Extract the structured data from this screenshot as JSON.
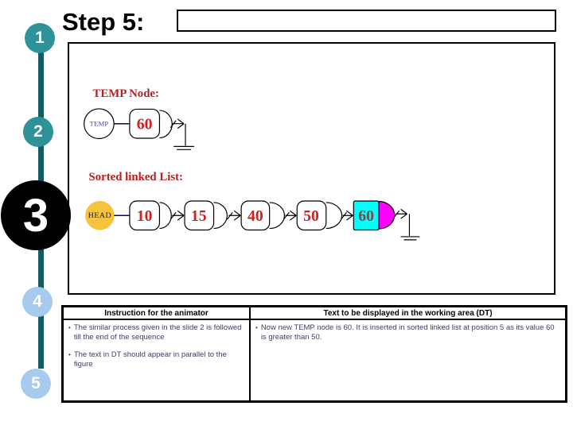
{
  "steps": {
    "items": [
      "1",
      "2",
      "3",
      "4",
      "5"
    ]
  },
  "header": {
    "title": "Step 5:"
  },
  "diagram": {
    "temp_section_label": "TEMP Node:",
    "temp_pointer_label": "TEMP",
    "temp_node_value": "60",
    "list_section_label": "Sorted linked List:",
    "head_label": "HEAD",
    "list_nodes": [
      {
        "value": "10",
        "fill": "#FFFFFF",
        "bulge_fill": "#FFFFFF",
        "text_color": "#CC2222"
      },
      {
        "value": "15",
        "fill": "#FFFFFF",
        "bulge_fill": "#FFFFFF",
        "text_color": "#CC2222"
      },
      {
        "value": "40",
        "fill": "#FFFFFF",
        "bulge_fill": "#FFFFFF",
        "text_color": "#CC2222"
      },
      {
        "value": "50",
        "fill": "#FFFFFF",
        "bulge_fill": "#FFFFFF",
        "text_color": "#CC2222"
      },
      {
        "value": "60",
        "fill": "#00FFFF",
        "bulge_fill": "#FF00FF",
        "text_color": "#8B4242"
      }
    ],
    "colors": {
      "section_label": "#B22222",
      "node_value": "#CC2222",
      "head_fill": "#F6C33C",
      "pointer_text": "#4444BB",
      "connector": "#000080"
    }
  },
  "table": {
    "left_header": "Instruction for the animator",
    "right_header": "Text to be displayed in the working area (DT)",
    "left_bullets": [
      "The similar process  given in the slide 2 is followed till the end of the sequence",
      "The text in DT should appear  in parallel to the figure"
    ],
    "right_bullets": [
      "Now  new  TEMP node is 60. It is inserted in sorted linked list at position 5 as its value 60 is greater than 50."
    ]
  }
}
